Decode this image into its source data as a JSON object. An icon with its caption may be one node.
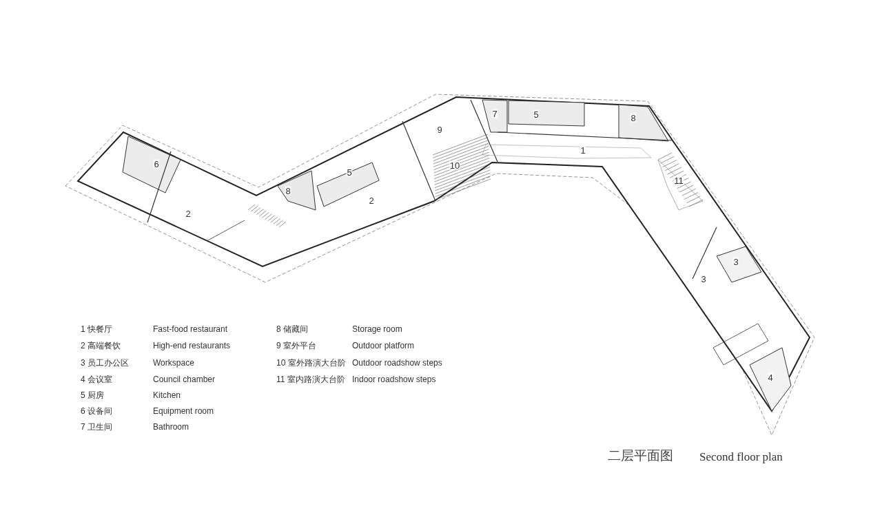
{
  "diagram": {
    "title": "二层平面图",
    "caption": "Second floor plan",
    "labels": [
      "7",
      "5",
      "8",
      "9",
      "1",
      "6",
      "5",
      "10",
      "11",
      "8",
      "2",
      "2",
      "3",
      "3",
      "4",
      "1 快餐厅",
      "Fast-food restaurant",
      "8 储藏间",
      "Storage room",
      "2 高端餐饮",
      "High-end restaurants",
      "9 室外平台",
      "Outdoor platform",
      "3 员工办公区",
      "Workspace",
      "10 室外路演大台阶",
      "Outdoor roadshow steps",
      "4 会议室",
      "Council chamber",
      "11 室内路演大台阶",
      "Indoor roadshow steps",
      "5 厨房",
      "Kitchen",
      "6 设备间",
      "Equipment room",
      "7 卫生间",
      "Bathroom"
    ]
  }
}
